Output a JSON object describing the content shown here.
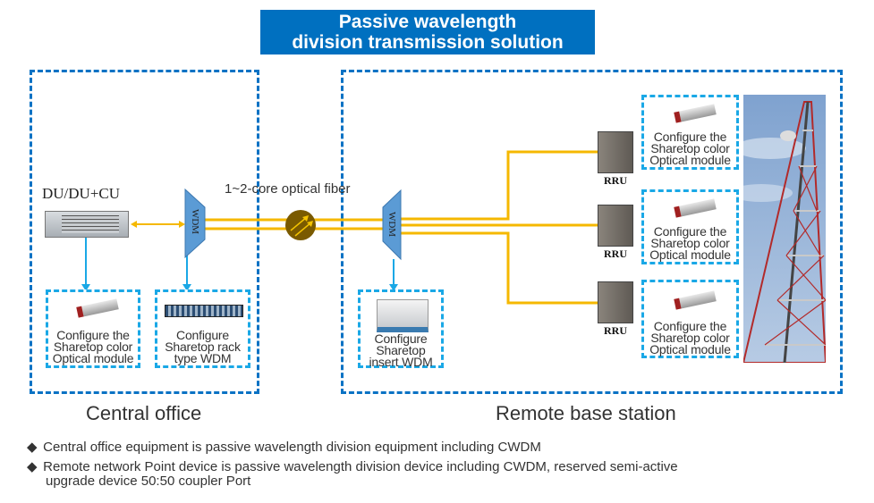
{
  "title": {
    "line1": "Passive wavelength",
    "line2": "division transmission solution"
  },
  "central_office": {
    "label": "Central office",
    "device_label": "DU/DU+CU",
    "wdm_label": "WDM",
    "module_box": {
      "line1": "Configure the",
      "line2": "Sharetop color",
      "line3": "Optical module"
    },
    "rack_box": {
      "line1": "Configure",
      "line2": "Sharetop rack",
      "line3": "type WDM"
    }
  },
  "fiber": {
    "label": "1~2-core optical fiber"
  },
  "remote_station": {
    "label": "Remote base station",
    "wdm_label": "WDM",
    "insert_box": {
      "line1": "Configure",
      "line2": "Sharetop",
      "line3": "insert WDM"
    },
    "rru_units": [
      {
        "label": "RRU",
        "module": {
          "line1": "Configure the",
          "line2": "Sharetop color",
          "line3": "Optical module"
        }
      },
      {
        "label": "RRU",
        "module": {
          "line1": "Configure the",
          "line2": "Sharetop color",
          "line3": "Optical module"
        }
      },
      {
        "label": "RRU",
        "module": {
          "line1": "Configure the",
          "line2": "Sharetop color",
          "line3": "Optical module"
        }
      }
    ]
  },
  "notes": [
    {
      "icon": "diamond-bullet-icon",
      "text": "Central office equipment is passive wavelength division equipment including CWDM"
    },
    {
      "icon": "diamond-bullet-icon",
      "line1": "Remote network Point device is passive wavelength division device including CWDM, reserved semi-active",
      "line2": "upgrade device 50:50 coupler Port"
    }
  ],
  "colors": {
    "title_bg": "#0070c0",
    "region_border": "#0a72c4",
    "subbox_border": "#1aa8e6",
    "fiber": "#f5b800",
    "wdm_fill": "#5b9bd5",
    "coupler": "#7a5a00"
  }
}
